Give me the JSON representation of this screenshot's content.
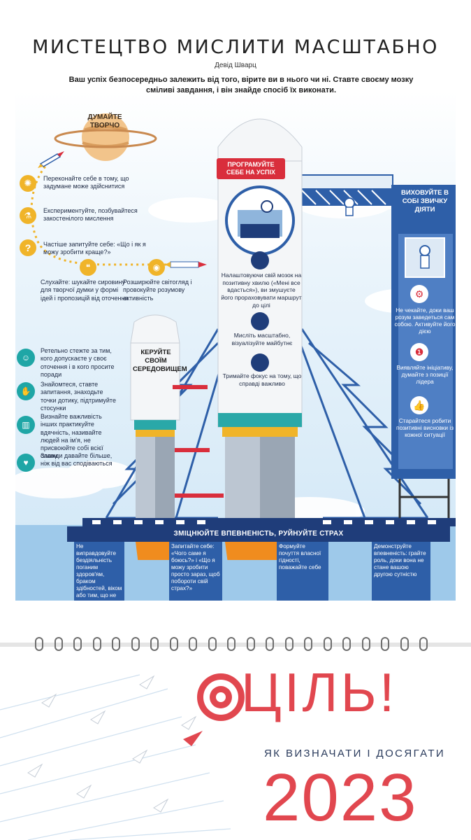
{
  "header": {
    "title": "МИСТЕЦТВО МИСЛИТИ МАСШТАБНО",
    "author": "Девід Шварц",
    "intro": "Ваш успіх безпосередньо залежить від того, вірите ви в нього чи ні. Ставте своєму мозку сміливі завдання, і він знайде спосіб їх виконати."
  },
  "creative": {
    "planet_label": "ДУМАЙТЕ ТВОРЧО",
    "items": [
      {
        "icon": "lightbulb-icon",
        "text": "Переконайте себе в тому, що задумане може здійснитися"
      },
      {
        "icon": "flask-icon",
        "text": "Експериментуйте, позбувайтеся закостенілого мислення"
      },
      {
        "icon": "question-icon",
        "text": "Частіше запитуйте себе: «Що і як я можу зробити краще?»"
      },
      {
        "icon": "speech-icon",
        "text": "Слухайте: шукайте сировину для творчої думки у формі ідей і пропозицій від оточення"
      },
      {
        "icon": "eye-icon",
        "text": "Розширюйте світогляд і провокуйте розумову активність"
      }
    ]
  },
  "environment": {
    "label": "КЕРУЙТЕ СВОЇМ СЕРЕДОВИЩЕМ",
    "items": [
      {
        "icon": "people-icon",
        "text": "Ретельно стежте за тим, кого допускаєте у своє оточення і в кого просите поради"
      },
      {
        "icon": "handshake-icon",
        "text": "Знайомтеся, ставте запитання, знаходьте точки дотику, підтримуйте стосунки"
      },
      {
        "icon": "podium-icon",
        "text": "Визнайте важливість інших практикуйте вдячність, називайте людей на ім'я, не присвоюйте собі всієї слави"
      },
      {
        "icon": "hands-heart-icon",
        "text": "Завжди давайте більше, ніж від вас сподіваються"
      }
    ]
  },
  "program": {
    "label": "ПРОГРАМУЙТЕ СЕБЕ НА УСПІХ",
    "items": [
      {
        "icon": "brain-icon",
        "text": "Налаштовуючи свій мозок на позитивну хвилю («Мені все вдасться»), ви змушуєте його прораховувати маршрут до цілі"
      },
      {
        "icon": "idea-icon",
        "text": "Мисліть масштабно, візуалізуйте майбутнє"
      },
      {
        "icon": "crosshair-icon",
        "text": "Тримайте фокус на тому, що справді важливо"
      }
    ]
  },
  "habit": {
    "label": "ВИХОВУЙТЕ В СОБІ ЗВИЧКУ ДІЯТИ",
    "items": [
      {
        "icon": "gears-icon",
        "text": "Не чекайте, доки ваш розум заведеться сам собою. Активуйте його дією"
      },
      {
        "icon": "medal-icon",
        "text": "Виявляйте ініціативу, думайте з позиції лідера"
      },
      {
        "icon": "thumbs-up-icon",
        "text": "Старайтеся робити позитивні висновки із кожної ситуації"
      }
    ]
  },
  "confidence": {
    "banner": "ЗМІЦНЮЙТЕ ВПЕВНЕНІСТЬ, РУЙНУЙТЕ СТРАХ",
    "boxes": [
      "Не виправдовуйте бездіяльність поганим здоров'ям, браком здібностей, віком або тим, що не щастить",
      "Запитайте себе: «Чого саме я боюсь?» і «Що я можу зробити просто зараз, щоб побороти свій страх?»",
      "Формуйте почуття власної гідності, поважайте себе",
      "Демонструйте впевненість: грайте роль, доки вона не стане вашою другою сутністю"
    ]
  },
  "brand": {
    "word": "ЦІЛЬ!",
    "subtitle": "ЯК ВИЗНАЧАТИ І ДОСЯГАТИ",
    "year": "2023"
  },
  "colors": {
    "accent_red": "#e1474f",
    "navy": "#1f3d7a",
    "steel_blue": "#2e5fa8",
    "teal": "#1fa6a6",
    "gold": "#f0b429"
  }
}
